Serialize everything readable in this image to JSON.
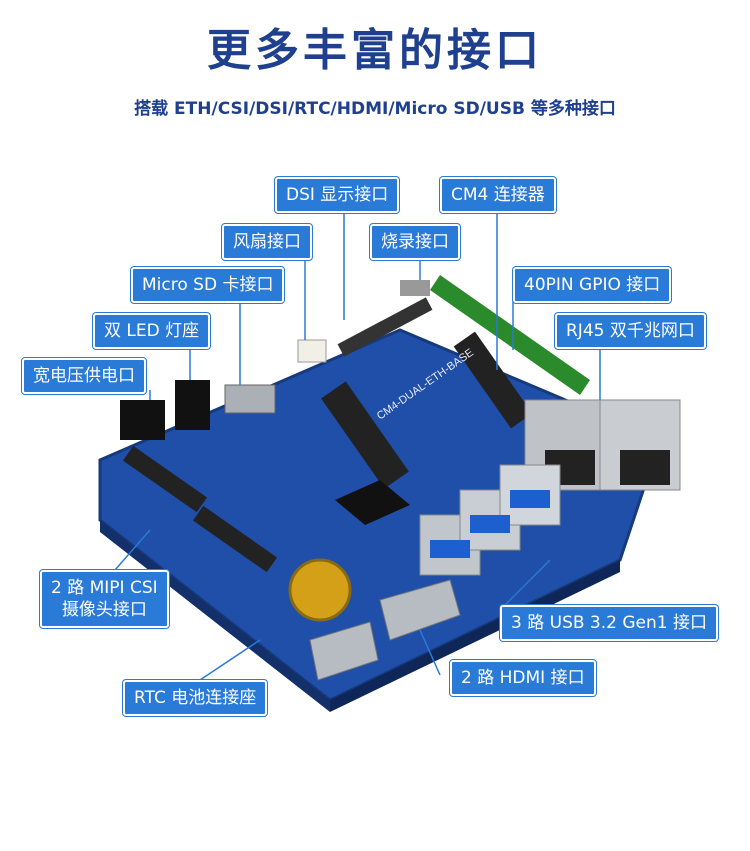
{
  "header": {
    "title": "更多丰富的接口",
    "subtitle": "搭载 ETH/CSI/DSI/RTC/HDMI/Micro SD/USB 等多种接口"
  },
  "colors": {
    "title": "#1f3f8f",
    "callout_bg": "#2a7ad8",
    "board": "#1f4fa8"
  },
  "board_label": "CM4-DUAL-ETH-BASE",
  "callouts": {
    "dsi": "DSI 显示接口",
    "cm4": "CM4 连接器",
    "fan": "风扇接口",
    "burn": "烧录接口",
    "microsd": "Micro SD 卡接口",
    "gpio": "40PIN GPIO 接口",
    "led": "双 LED 灯座",
    "rj45": "RJ45 双千兆网口",
    "power": "宽电压供电口",
    "csi_line1": "2 路 MIPI CSI",
    "csi_line2": "摄像头接口",
    "usb": "3 路 USB 3.2 Gen1 接口",
    "hdmi": "2 路 HDMI 接口",
    "rtc": "RTC 电池连接座"
  }
}
